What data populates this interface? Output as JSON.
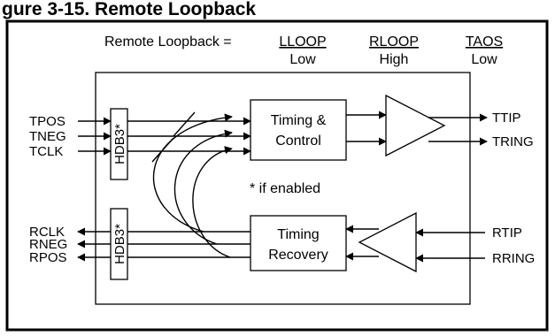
{
  "title": "gure 3-15. Remote Loopback",
  "mode_line": {
    "label": "Remote Loopback =",
    "columns": [
      {
        "header": "LLOOP",
        "value": "Low"
      },
      {
        "header": "RLOOP",
        "value": "High"
      },
      {
        "header": "TAOS",
        "value": "Low"
      }
    ]
  },
  "blocks": {
    "hdb3_tx": "HDB3*",
    "hdb3_rx": "HDB3*",
    "timing_control": [
      "Timing &",
      "Control"
    ],
    "timing_recovery": [
      "Timing",
      "Recovery"
    ]
  },
  "note": "* if enabled",
  "inputs_left": [
    "TPOS",
    "TNEG",
    "TCLK"
  ],
  "outputs_left": [
    "RCLK",
    "RNEG",
    "RPOS"
  ],
  "outputs_right": [
    "TTIP",
    "TRING"
  ],
  "inputs_right": [
    "RTIP",
    "RRING"
  ]
}
